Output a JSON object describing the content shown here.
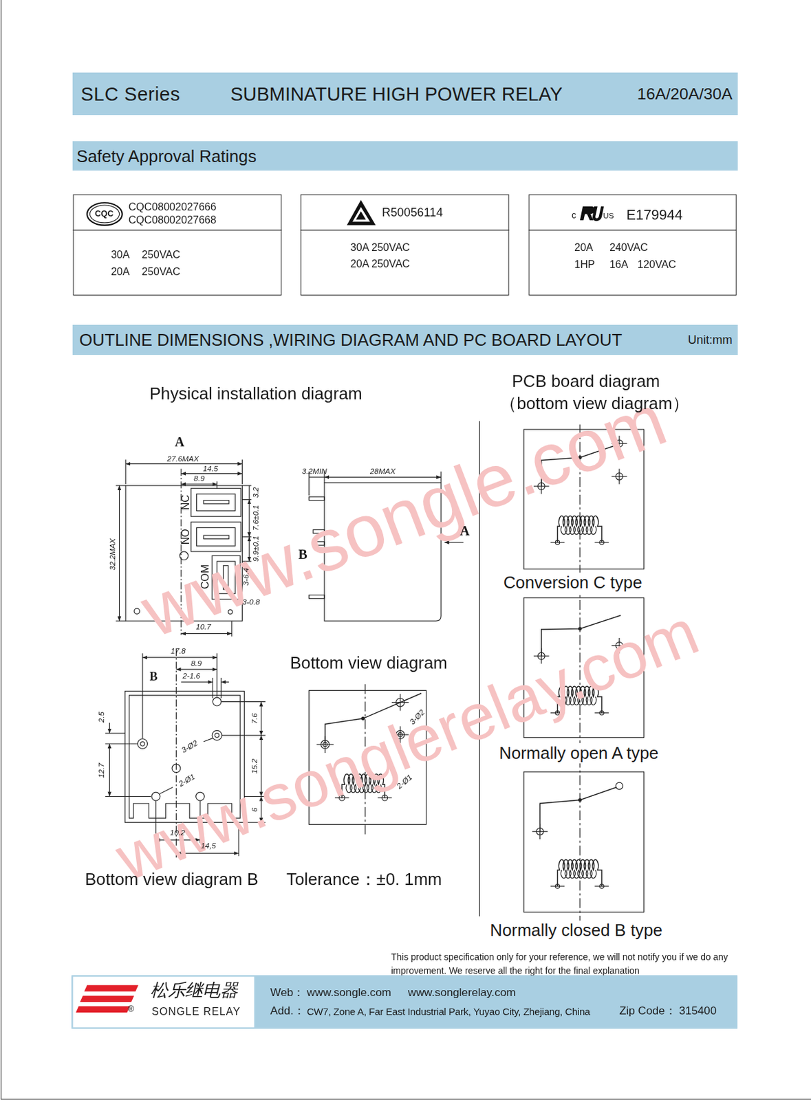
{
  "diagram": {
    "nodes": [
      {
        "text": [
          "SLC Series",
          "SUBMINATURE HIGH POWER RELAY",
          "16A/20A/30A"
        ]
      },
      {
        "text": [
          "Safety Approval Ratings"
        ]
      },
      {
        "text": [
          "CQC",
          "CQC08002027666",
          "CQC08002027668",
          "30A",
          "250VAC",
          "20A",
          "250VAC"
        ]
      },
      {
        "text": [
          "R50056114",
          "30A 250VAC",
          "20A 250VAC"
        ]
      },
      {
        "text": [
          "c",
          "US",
          "E179944",
          "20A",
          "240VAC",
          "1HP",
          "16A",
          "120VAC"
        ]
      },
      {
        "text": [
          "OUTLINE DIMENSIONS ,WIRING DIAGRAM AND PC BOARD LAYOUT",
          "Unit:mm"
        ]
      },
      {
        "text": [
          "松乐继电器",
          "®",
          "SONGLE RELAY",
          "Web：",
          "www.songle.com",
          "www.songlerelay.com",
          "Add.：",
          "CW7, Zone A, Far East Industrial Park, Yuyao City, Zhejiang, China",
          "Zip Code：",
          "315400"
        ]
      }
    ],
    "labels": [
      "Physical installation diagram",
      "PCB board diagram",
      "（bottom view diagram）",
      "A",
      "27.6MAX",
      "14.5",
      "8.9",
      "32.2MAX",
      "NC",
      "NO",
      "COM",
      "3.2",
      "7.6±0.1",
      "9.9±0.1",
      "3-6.4",
      "3-0.8",
      "10.7",
      "3.2MIN",
      "28MAX",
      "A",
      "B",
      "17.8",
      "8.9",
      "2-1.6",
      "B",
      "2.5",
      "12.7",
      "7.6",
      "15.2",
      "6",
      "3-Ø2",
      "2-Ø1",
      "10.2",
      "14,5",
      "Bottom view diagram",
      "3-Ø2",
      "2-Ø1",
      "Bottom view diagram B",
      "Tolerance：±0. 1mm",
      "Conversion C type",
      "Normally open A type",
      "Normally closed B type",
      "This product specification only for your reference, we will not notify you if we do any improvement. We reserve all the right for the final explanation",
      "www.songle.com",
      "www.songlerelay.com"
    ]
  }
}
